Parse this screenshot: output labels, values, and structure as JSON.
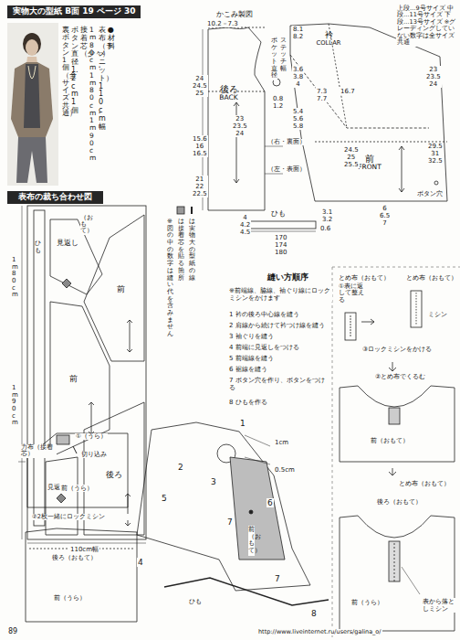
{
  "diagram": {
    "title": "実物大の型紙 B面 19 ページ 30",
    "nodes": [
      {
        "text": [
          "表布の裁ち合わせ図"
        ]
      },
      {
        "text": [
          "後ろ",
          "BACK"
        ]
      },
      {
        "text": [
          "衿",
          "COLLAR"
        ]
      },
      {
        "text": [
          "前",
          "FRONT"
        ]
      },
      {
        "text": [
          "見返し"
        ]
      },
      {
        "text": [
          "前"
        ]
      },
      {
        "text": [
          "前"
        ]
      },
      {
        "text": [
          "見返し"
        ]
      },
      {
        "text": [
          "後ろ"
        ]
      }
    ],
    "labels": [
      "上段…9号サイズ 中段…11号サイズ 下段…13号サイズ ※グレーディングしていない数字は全サイズ共通",
      "●材料",
      "表布（ラメニット）110cm幅",
      "1m80cm・1m80cm・1m90cm",
      "接着芯（少々）",
      "ボタン直径1.2cm 1個",
      "裏ボタン 1個（全サイズ共通）",
      "かこみ製図",
      "10.2－7.3",
      "24 24.5 25",
      "23 23.5 24",
      "15.6 16 16.5",
      "21 22 22.5",
      "（右・裏面）",
      "（左・表面）",
      "4 4.2 4.5",
      "ひも",
      "0.6",
      "3.1 3.2",
      "170 174 180",
      "ポケット直径",
      "ステッチ幅",
      "0.8 1.2",
      "8.1 8.2",
      "3.6 3.8 4",
      "7.3 7.7",
      "16.7",
      "5.4 5.6 5.8",
      "23 23.5 24",
      "24.5 25 25.5",
      "29.5 31 32.5",
      "ボタン穴",
      "6 6.5 7",
      "1m80cm",
      "1m90cm",
      "110cm幅",
      "（おもて）",
      "ひも",
      "は実物大の型紙の線",
      "は接着芯を貼る箇所",
      "※図の中の数字は縫い代を含みません",
      "縫い方順序",
      "※前端線、脇線、袖ぐり線にロックミシンをかけます",
      "1 衿の後ろ中心線を縫う",
      "2 肩線から続けて衿つけ線を縫う",
      "3 袖ぐりを縫う",
      "4 前端に見返しをつける",
      "5 前端線を縫う",
      "6 裾線を縫う",
      "7 ボタン穴を作り、ボタンをつける",
      "8 ひもを作る",
      "とめ布（おもて）",
      "とめ布（おもて）",
      "①表に返して整える",
      "ミシン",
      "③ロックミシンをかける",
      "②とめ布でくるむ",
      "前（おもて）",
      "とめ布（おもて）",
      "後ろ（おもて）",
      "前（うら）",
      "表から落としミシン",
      "力布（接着芯）",
      "①（うら）",
      "切り込み",
      "前（うら）",
      "②2枚一緒にロックミシン",
      "後ろ（おもて）",
      "前（うら）",
      "1",
      "1cm",
      "0.5cm",
      "2",
      "3",
      "5",
      "6",
      "7",
      "前（おもて）",
      "4",
      "7",
      "ひも",
      "8",
      "89",
      "http://www.liveinternet.ru/users/galina_o/"
    ]
  }
}
